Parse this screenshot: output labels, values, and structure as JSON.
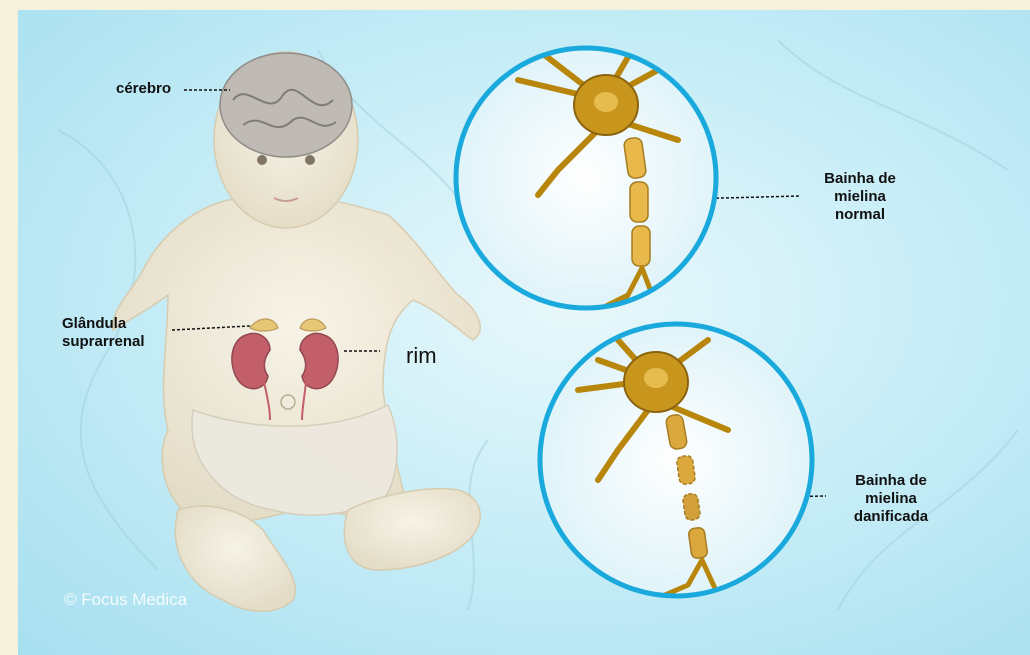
{
  "labels": {
    "brain": "cérebro",
    "adrenal_gland": "Glândula\nsuprarrenal",
    "kidney": "rim",
    "normal_myelin": "Bainha de\nmielina\nnormal",
    "damaged_myelin": "Bainha de\nmielina\ndanificada"
  },
  "copyright": "© Focus Medica",
  "colors": {
    "background": "#c9eef7",
    "circle_border": "#1aa9dc",
    "neuron": "#b8860b",
    "myelin": "#e8b84a",
    "kidney": "#c2535d",
    "adrenal": "#e9c46a",
    "skin": "#f3ead8"
  }
}
